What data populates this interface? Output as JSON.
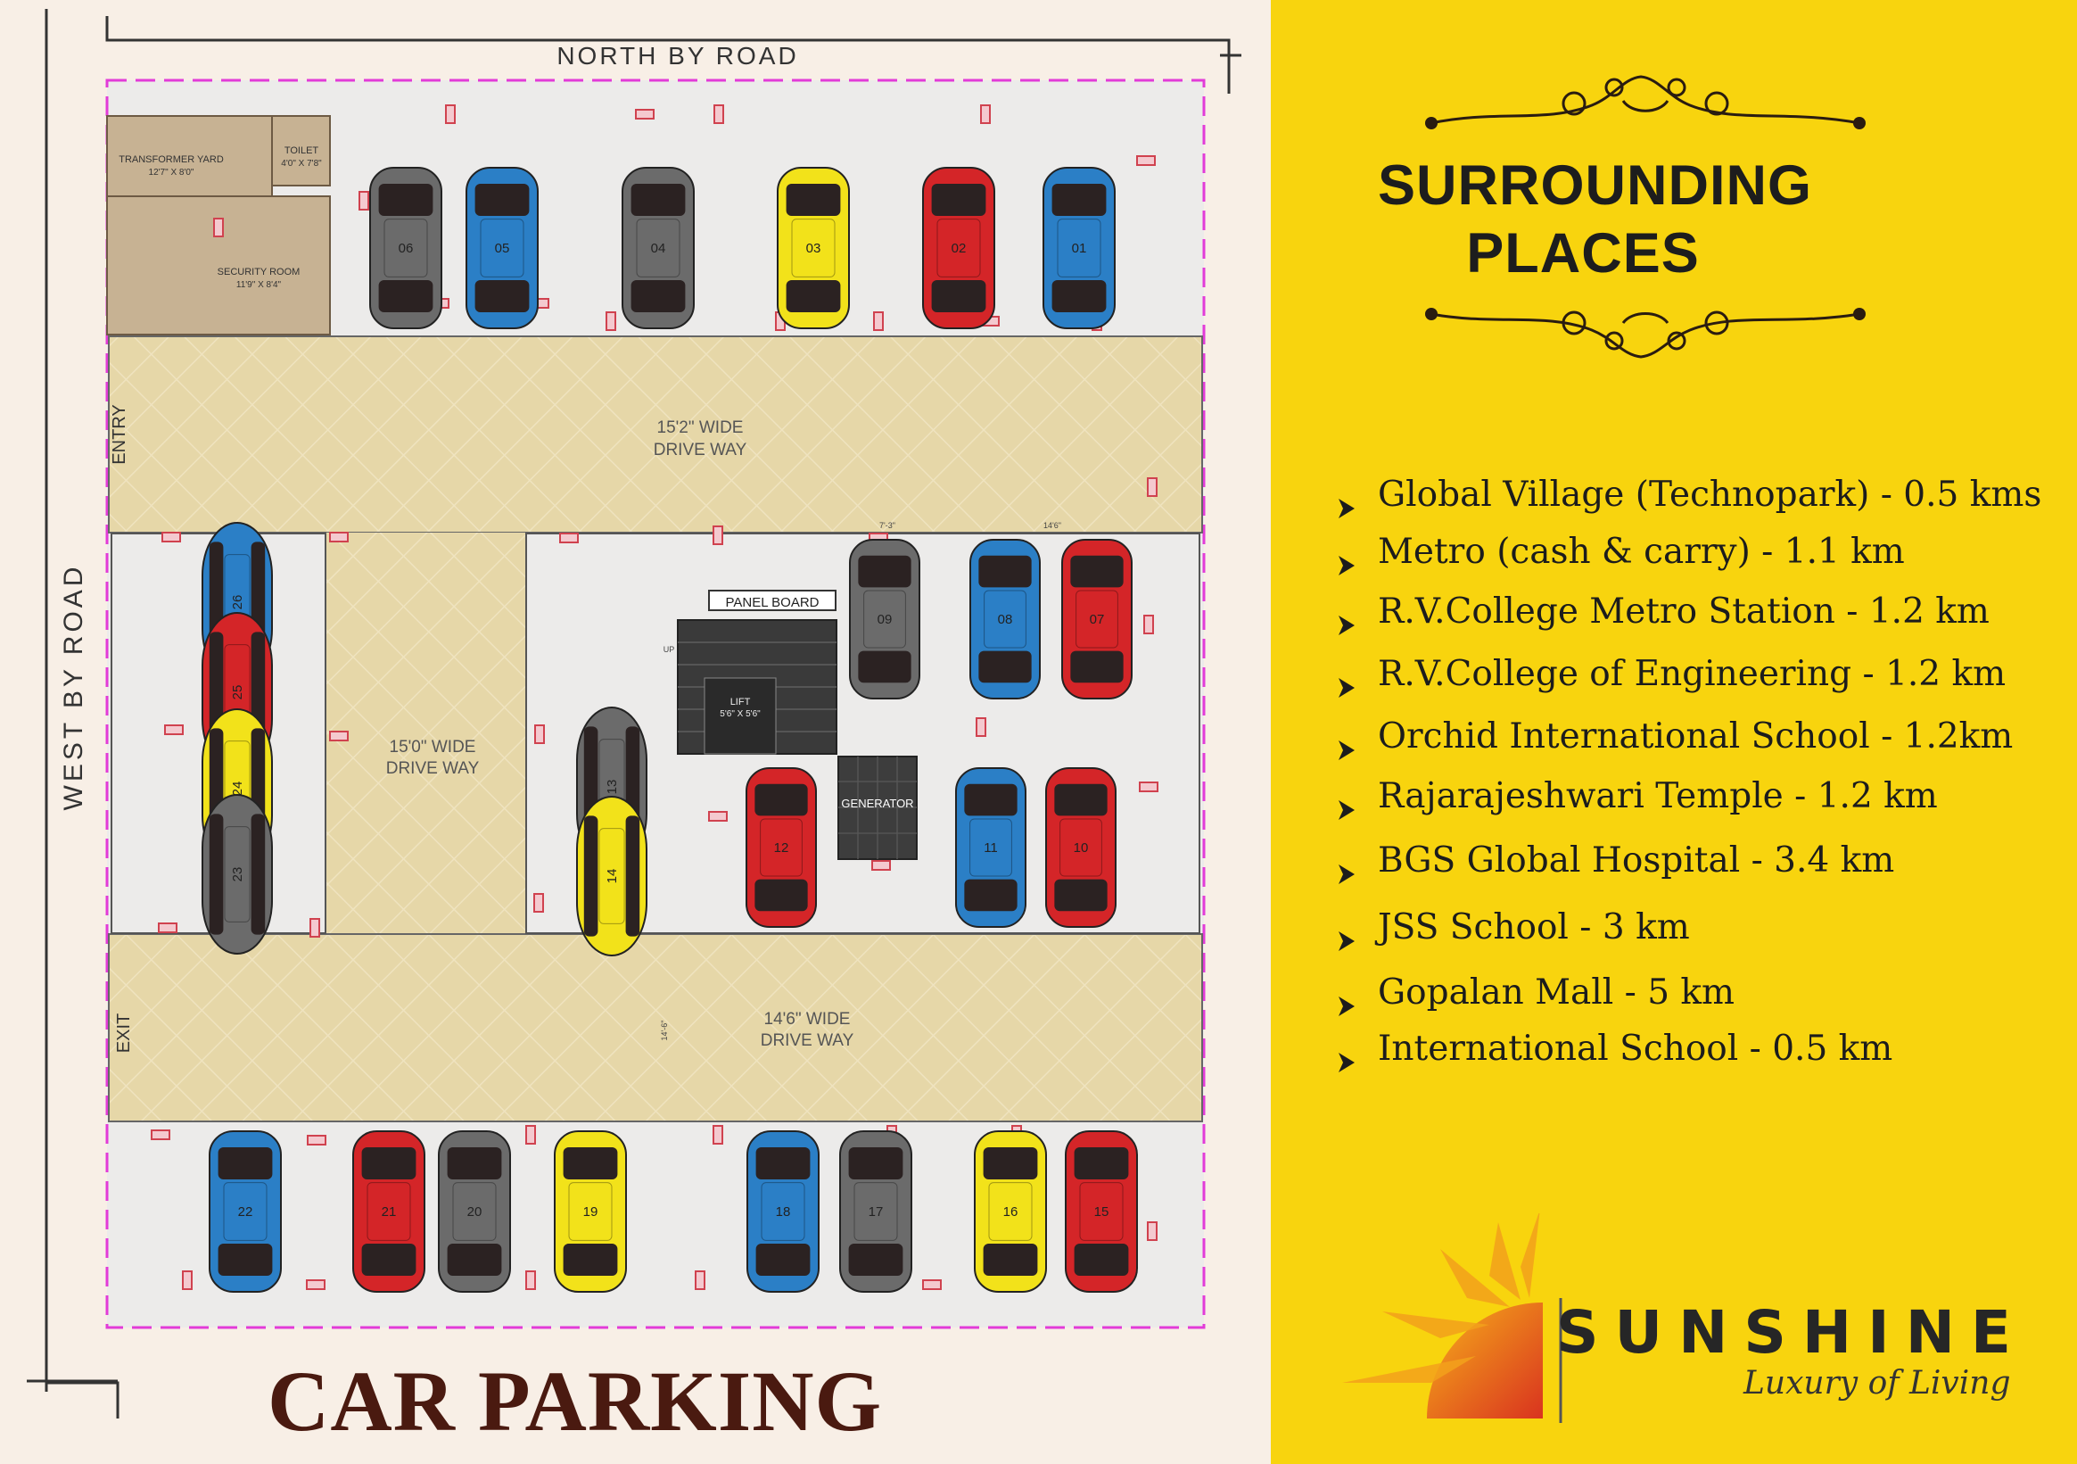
{
  "plan": {
    "road_north": "NORTH BY ROAD",
    "road_west": "WEST BY ROAD",
    "transformer": {
      "name": "TRANSFORMER YARD",
      "size": "12'7\" X 8'0\""
    },
    "toilet": {
      "name": "TOILET",
      "size": "4'0\" X 7'8\""
    },
    "security": {
      "name": "SECURITY ROOM",
      "size": "11'9\" X 8'4\""
    },
    "entry": "ENTRY",
    "exit": "EXIT",
    "drive_top": {
      "line1": "15'2\" WIDE",
      "line2": "DRIVE WAY"
    },
    "drive_mid": {
      "line1": "15'0\" WIDE",
      "line2": "DRIVE WAY"
    },
    "drive_bottom": {
      "line1": "14'6\" WIDE",
      "line2": "DRIVE WAY"
    },
    "panel_board": "PANEL BOARD",
    "lift": {
      "name": "LIFT",
      "size": "5'6\" X 5'6\""
    },
    "lift_up": "UP",
    "generator": "GENERATOR",
    "dim_a": "7'-3\"",
    "dim_b": "14'6\"",
    "dim_c": "14'-6\"",
    "cars_top": [
      {
        "label": "06",
        "color": "#6b6b6b"
      },
      {
        "label": "05",
        "color": "#2b7fc6"
      },
      {
        "label": "04",
        "color": "#6b6b6b"
      },
      {
        "label": "03",
        "color": "#f2e21a"
      },
      {
        "label": "02",
        "color": "#d42528"
      },
      {
        "label": "01",
        "color": "#2b7fc6"
      }
    ],
    "cars_left": [
      {
        "label": "26",
        "color": "#2b7fc6"
      },
      {
        "label": "25",
        "color": "#d42528"
      },
      {
        "label": "24",
        "color": "#f2e21a"
      },
      {
        "label": "23",
        "color": "#6b6b6b"
      }
    ],
    "cars_island_top": [
      {
        "label": "09",
        "color": "#6b6b6b"
      },
      {
        "label": "08",
        "color": "#2b7fc6"
      },
      {
        "label": "07",
        "color": "#d42528"
      }
    ],
    "cars_island_side": [
      {
        "label": "13",
        "color": "#6b6b6b"
      },
      {
        "label": "14",
        "color": "#f2e21a"
      }
    ],
    "cars_island_bottom": [
      {
        "label": "12",
        "color": "#d42528"
      },
      {
        "label": "11",
        "color": "#2b7fc6"
      },
      {
        "label": "10",
        "color": "#d42528"
      }
    ],
    "cars_bottom": [
      {
        "label": "22",
        "color": "#2b7fc6"
      },
      {
        "label": "21",
        "color": "#d42528"
      },
      {
        "label": "20",
        "color": "#6b6b6b"
      },
      {
        "label": "19",
        "color": "#f2e21a"
      },
      {
        "label": "18",
        "color": "#2b7fc6"
      },
      {
        "label": "17",
        "color": "#6b6b6b"
      },
      {
        "label": "16",
        "color": "#f2e21a"
      },
      {
        "label": "15",
        "color": "#d42528"
      }
    ]
  },
  "title": "CAR PARKING",
  "heading": {
    "line1": "SURROUNDING",
    "line2": "PLACES"
  },
  "places": [
    "Global Village (Technopark) - 0.5 kms",
    "Metro (cash & carry) - 1.1 km",
    "R.V.College Metro Station - 1.2 km",
    "R.V.College of Engineering - 1.2 km",
    "Orchid International School - 1.2km",
    "Rajarajeshwari Temple - 1.2 km",
    "BGS Global Hospital - 3.4 km",
    "JSS School - 3 km",
    "Gopalan Mall - 5 km",
    "International School - 0.5 km"
  ],
  "brand": {
    "name": "SUNSHINE",
    "tagline": "Luxury of Living"
  },
  "colors": {
    "panel": "#f8d40e",
    "paving": "#e6d7a8",
    "boundary": "#e23bd8",
    "title": "#4a1a10"
  }
}
